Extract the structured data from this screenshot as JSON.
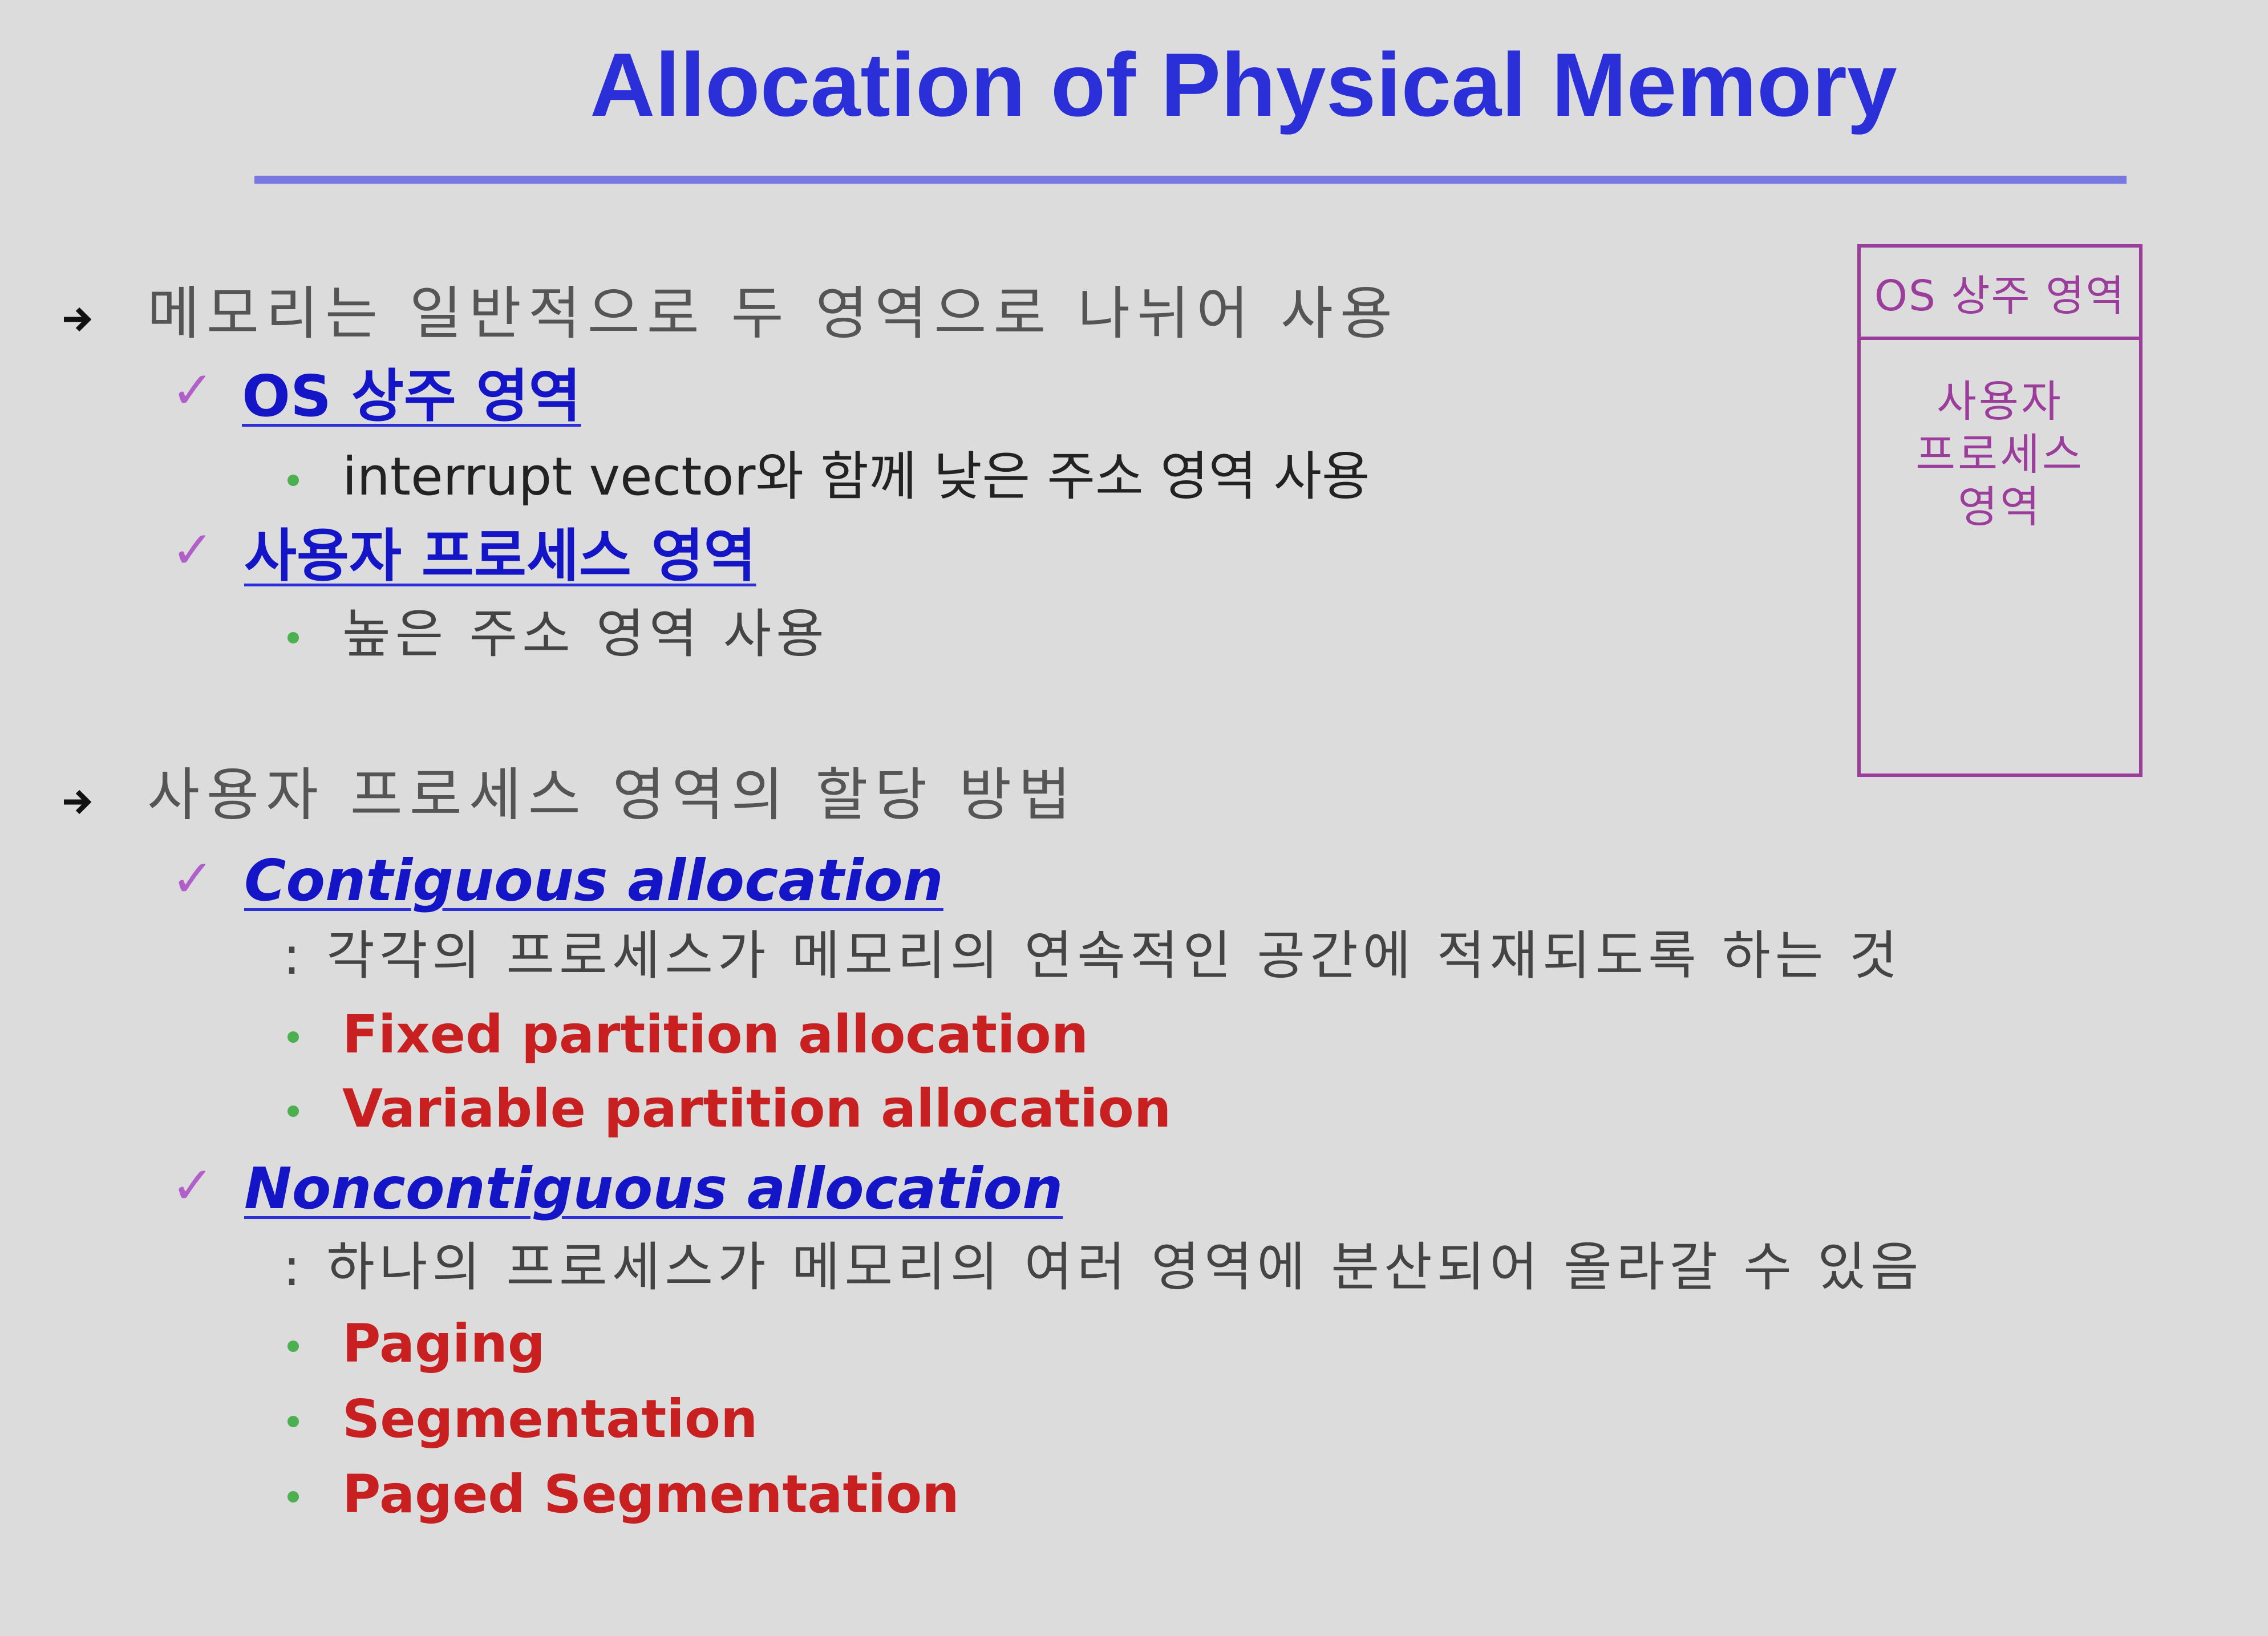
{
  "title": "Allocation of Physical Memory",
  "bullets": {
    "b1": "메모리는 일반적으로 두 영역으로 나뉘어 사용",
    "os_area": "OS 상주 영역",
    "os_area_detail": "interrupt vector와 함께 낮은 주소 영역 사용",
    "user_area": "사용자 프로세스 영역",
    "user_area_detail": "높은 주소 영역 사용",
    "b2": "사용자 프로세스 영역의 할당 방법",
    "contiguous": "Contiguous allocation",
    "contiguous_desc": ": 각각의 프로세스가 메모리의 연속적인 공간에 적재되도록 하는 것",
    "fixed": "Fixed partition allocation",
    "variable": "Variable partition allocation",
    "noncontiguous": "Noncontiguous allocation",
    "noncontiguous_desc": ": 하나의 프로세스가 메모리의 여러 영역에 분산되어 올라갈 수 있음",
    "paging": "Paging",
    "segmentation": "Segmentation",
    "paged_segmentation": "Paged Segmentation"
  },
  "memory_diagram": {
    "os_label": "OS 상주 영역",
    "user_line1": "사용자",
    "user_line2": "프로세스",
    "user_line3": "영역"
  },
  "colors": {
    "title": "#2a2fd8",
    "link": "#1515c8",
    "red_item": "#c82020",
    "check": "#b060c8",
    "dot": "#4caf50",
    "diagram": "#9b3d9b"
  },
  "icons": {
    "level1": "arrow-bullet-icon",
    "level2": "checkmark-icon",
    "level3": "dot-bullet-icon"
  }
}
